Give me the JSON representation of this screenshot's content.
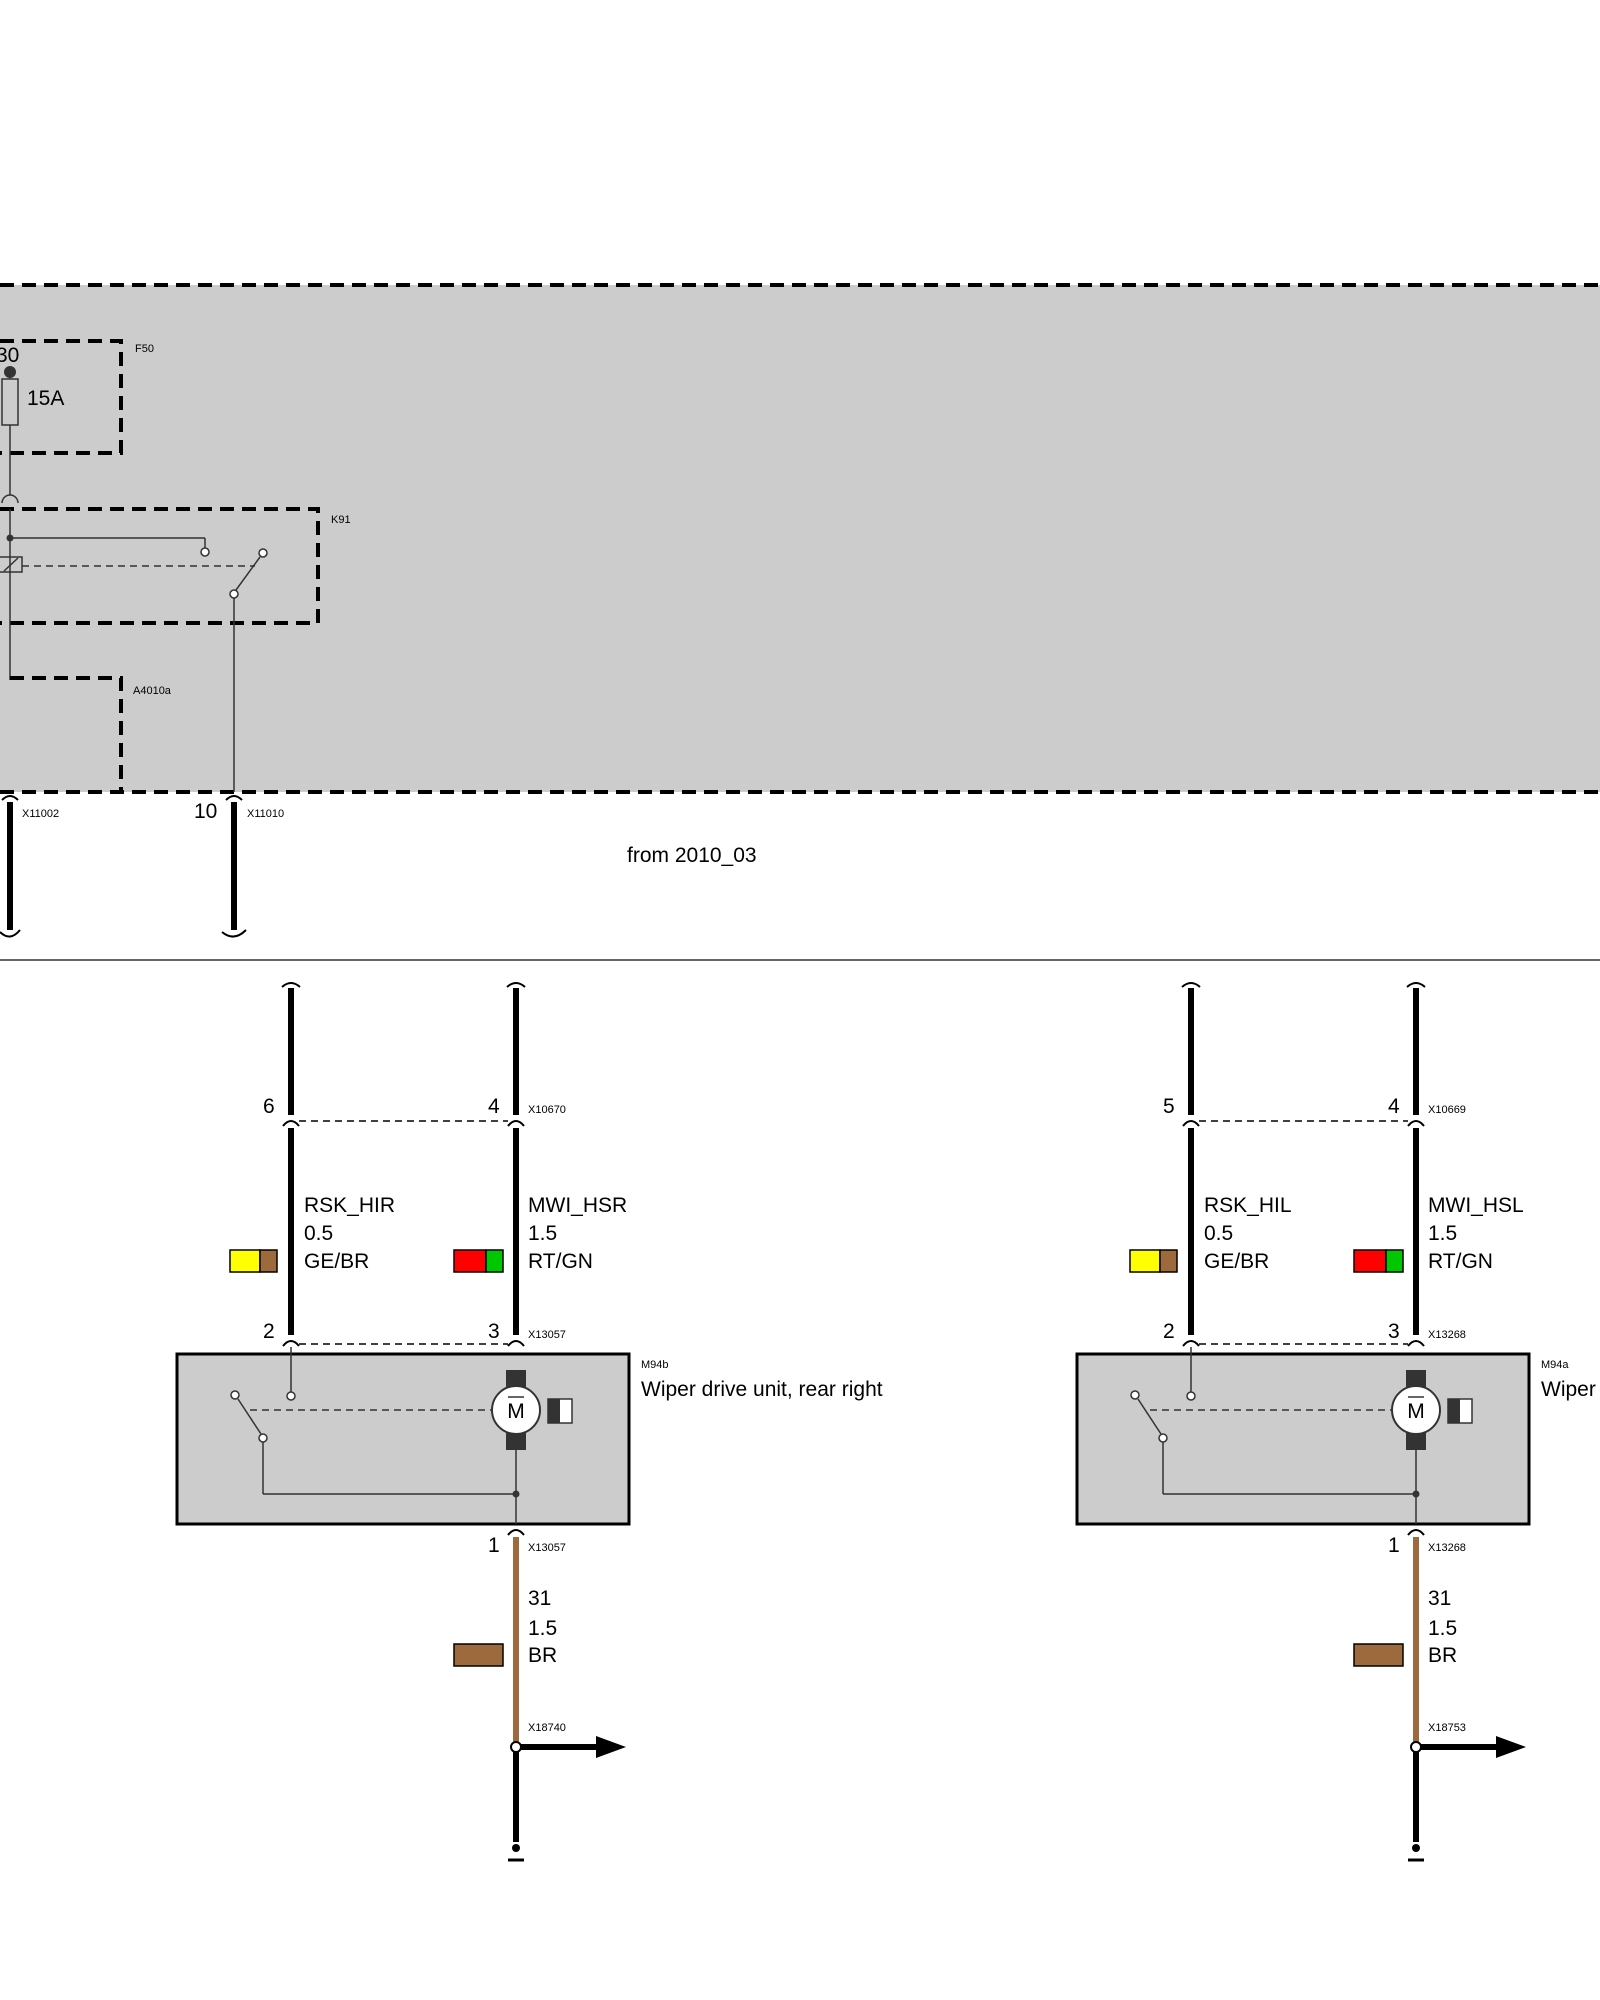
{
  "top": {
    "terminal": "30",
    "fuse_id": "F50",
    "fuse_rating": "15A",
    "relay_id": "K91",
    "module_id": "A4010a",
    "pin_left": "",
    "conn_left": "X11002",
    "pin_right": "10",
    "conn_right": "X11010",
    "note": "from 2010_03"
  },
  "right_unit": {
    "conn_top": "X10670",
    "pin_a_top": "6",
    "pin_b_top": "4",
    "wire_a": {
      "name": "RSK_HIR",
      "size": "0.5",
      "color": "GE/BR"
    },
    "wire_b": {
      "name": "MWI_HSR",
      "size": "1.5",
      "color": "RT/GN"
    },
    "conn_unit": "X13057",
    "pin_a_unit": "2",
    "pin_b_unit": "3",
    "unit_id": "M94b",
    "unit_name": "Wiper drive unit, rear right",
    "motor_symbol": "M",
    "pin_gnd": "1",
    "conn_gnd": "X13057",
    "wire_gnd": {
      "name": "31",
      "size": "1.5",
      "color": "BR"
    },
    "conn_ground": "X18740"
  },
  "left_unit": {
    "conn_top": "X10669",
    "pin_a_top": "5",
    "pin_b_top": "4",
    "wire_a": {
      "name": "RSK_HIL",
      "size": "0.5",
      "color": "GE/BR"
    },
    "wire_b": {
      "name": "MWI_HSL",
      "size": "1.5",
      "color": "RT/GN"
    },
    "conn_unit": "X13268",
    "pin_a_unit": "2",
    "pin_b_unit": "3",
    "unit_id": "M94a",
    "unit_name": "Wiper",
    "motor_symbol": "M",
    "pin_gnd": "1",
    "conn_gnd": "X13268",
    "wire_gnd": {
      "name": "31",
      "size": "1.5",
      "color": "BR"
    },
    "conn_ground": "X18753"
  },
  "colors": {
    "GE": "#ffff00",
    "BR": "#9c6a3c",
    "RT": "#ff0000",
    "GN": "#00c800",
    "module_fill": "#cccccc"
  }
}
